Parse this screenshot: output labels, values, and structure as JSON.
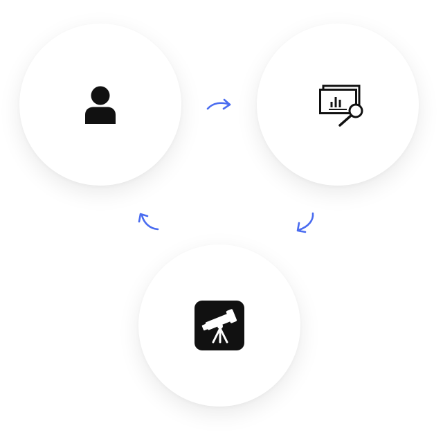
{
  "diagram": {
    "nodes": [
      {
        "id": "user",
        "icon": "user-icon"
      },
      {
        "id": "analytics",
        "icon": "report-search-icon"
      },
      {
        "id": "observe",
        "icon": "telescope-icon"
      }
    ],
    "edges": [
      {
        "from": "user",
        "to": "analytics",
        "icon": "curved-arrow-right-icon"
      },
      {
        "from": "analytics",
        "to": "observe",
        "icon": "curved-arrow-down-left-icon"
      },
      {
        "from": "observe",
        "to": "user",
        "icon": "curved-arrow-up-left-icon"
      }
    ],
    "colors": {
      "arrow": "#4a6cf0",
      "icon": "#111111",
      "circle": "#ffffff"
    }
  }
}
